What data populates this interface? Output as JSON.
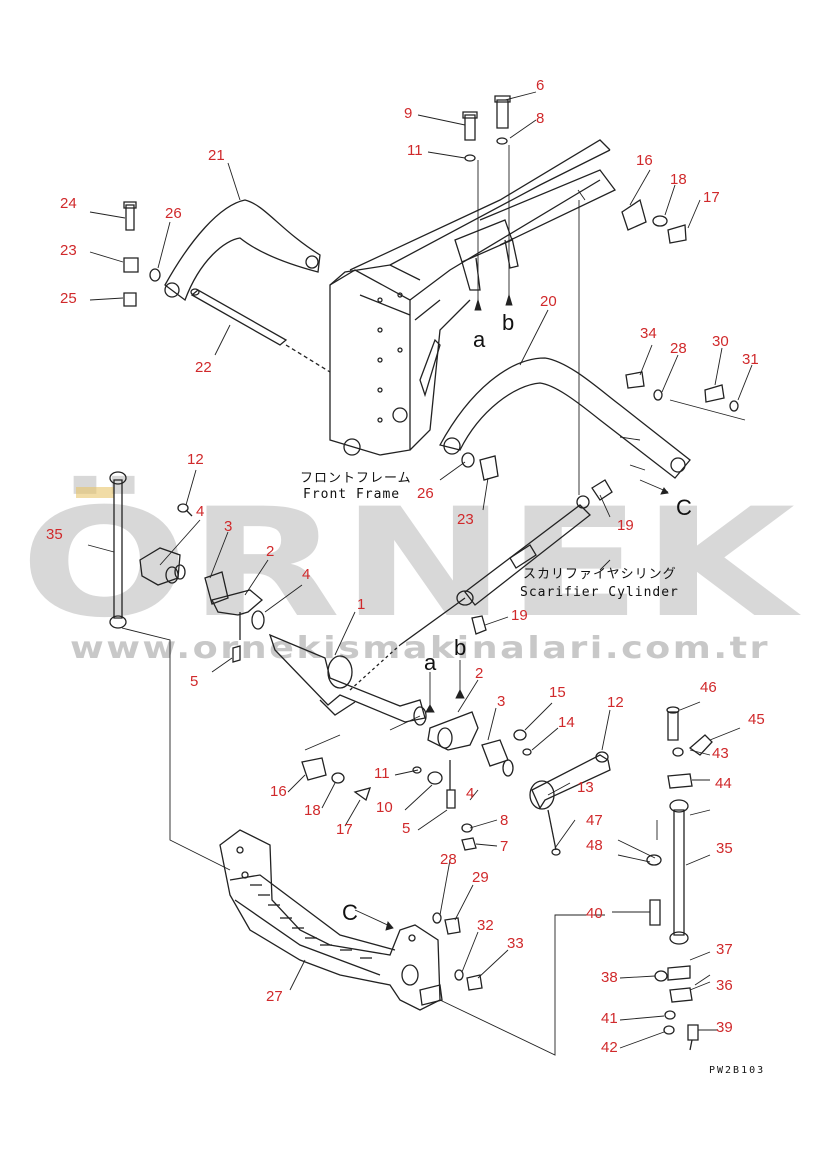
{
  "labels": {
    "front_frame_jp": "フロントフレーム",
    "front_frame_en": "Front Frame",
    "scarifier_jp": "スカリファイヤシリング",
    "scarifier_en": "Scarifier Cylinder",
    "drawing_code": "PW2B103"
  },
  "letters": [
    "a",
    "b",
    "a",
    "b",
    "C",
    "C"
  ],
  "callouts": [
    "6",
    "8",
    "9",
    "11",
    "21",
    "24",
    "26",
    "23",
    "25",
    "22",
    "16",
    "18",
    "17",
    "20",
    "34",
    "28",
    "30",
    "31",
    "26",
    "23",
    "19",
    "12",
    "4",
    "35",
    "3",
    "2",
    "4",
    "1",
    "19",
    "5",
    "2",
    "3",
    "15",
    "14",
    "12",
    "13",
    "46",
    "45",
    "43",
    "44",
    "4",
    "16",
    "18",
    "17",
    "11",
    "10",
    "5",
    "8",
    "7",
    "47",
    "48",
    "35",
    "28",
    "29",
    "27",
    "32",
    "33",
    "40",
    "37",
    "38",
    "36",
    "41",
    "39",
    "42"
  ],
  "watermark": {
    "brand": "ÖRNEK",
    "url": "www.ornekismakinalari.com.tr"
  },
  "colors": {
    "callout": "#d0292b",
    "line": "#222222",
    "watermark": "#a8a8a8",
    "watermark_accent": "#e8c46a"
  }
}
